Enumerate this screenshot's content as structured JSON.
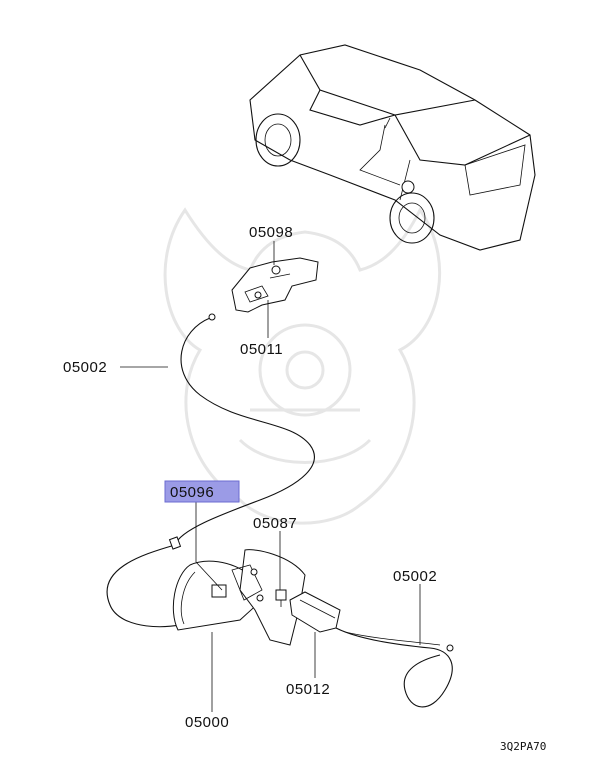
{
  "callouts": {
    "c05098": "05098",
    "c05011": "05011",
    "c05002a": "05002",
    "c05096": "05096",
    "c05087": "05087",
    "c05002b": "05002",
    "c05012": "05012",
    "c05000": "05000"
  },
  "highlight_color": "#9b9be6",
  "diagram_code": "3Q2PA70"
}
